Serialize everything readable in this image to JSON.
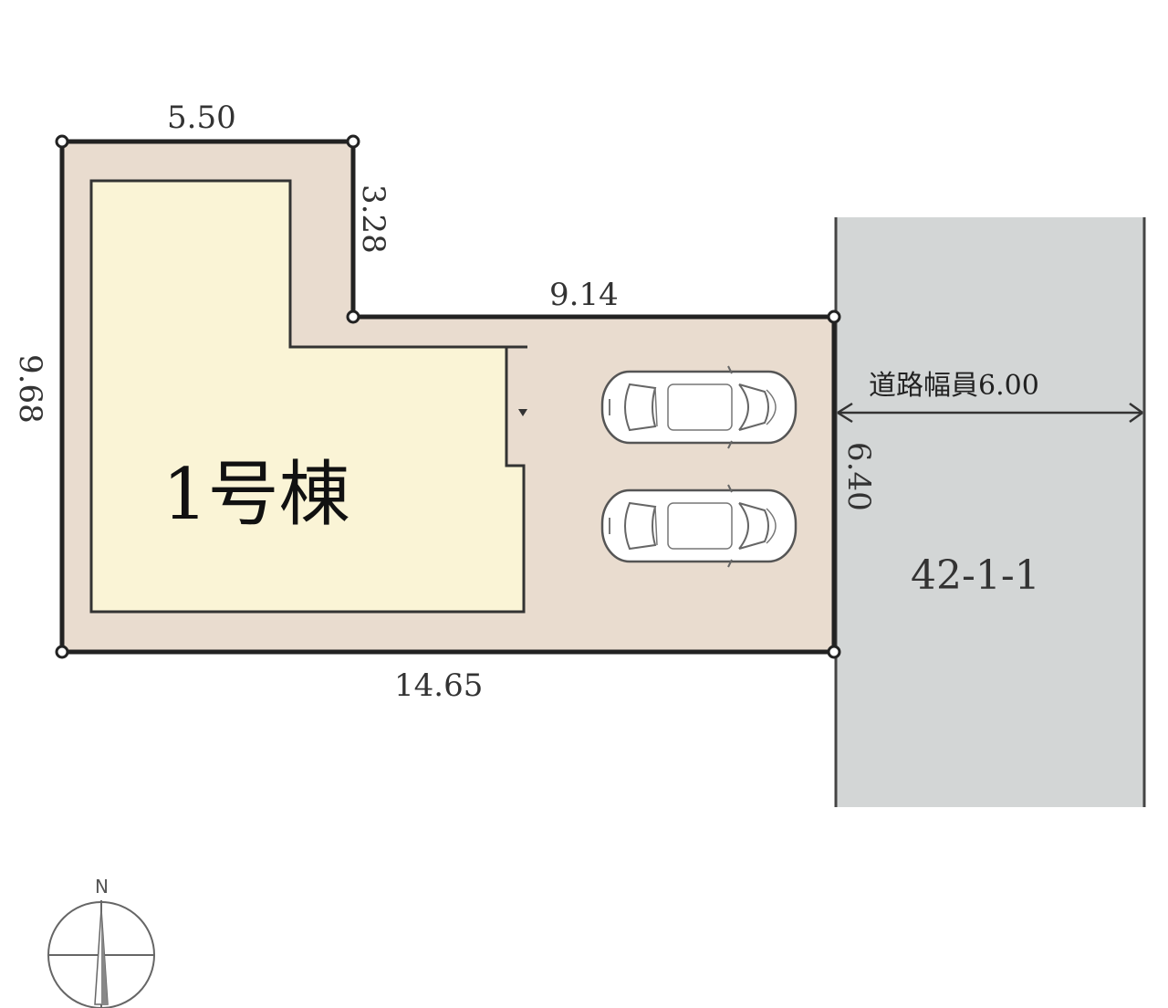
{
  "plan": {
    "building_label": "1号棟",
    "dimensions": {
      "top": "5.50",
      "step_vertical": "3.28",
      "step_horizontal": "9.14",
      "left": "9.68",
      "right": "6.40",
      "bottom": "14.65"
    },
    "road": {
      "width_label": "道路幅員6.00",
      "parcel_label": "42-1-1"
    },
    "compass_label": "N",
    "colors": {
      "lot_fill": "#e9dccf",
      "building_fill": "#faf4d6",
      "road_fill": "#d3d6d6",
      "boundary": "#222222"
    },
    "icons": [
      "car-icon",
      "car-icon",
      "entrance-marker-icon",
      "north-arrow-icon"
    ]
  }
}
